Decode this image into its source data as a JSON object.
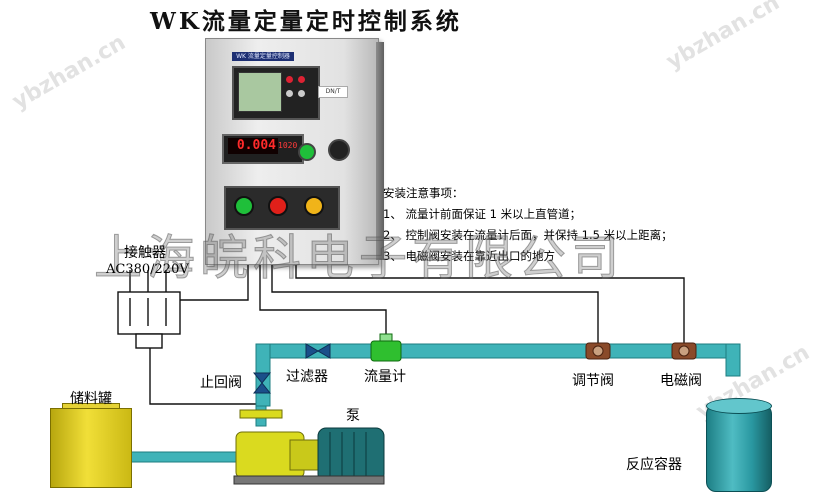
{
  "title": "WK流量定量定时控制系统",
  "watermark": "上海皖科电子有限公司",
  "watermark_side": "ybzhan.cn",
  "cabinet": {
    "plate_text": "WK 流量定量控制器",
    "sticker_text": "DN/T",
    "meter_main": "0.004",
    "meter_secondary": "1020"
  },
  "notes": {
    "heading": "安装注意事项：",
    "items": [
      "1、 流量计前面保证 1 米以上直管道；",
      "2、 控制阀安装在流量计后面，并保持 1.5 米以上距离；",
      "3、 电磁阀安装在靠近出口的地方"
    ]
  },
  "labels": {
    "contactor": "接触器",
    "power": "AC380/220V",
    "check_valve": "止回阀",
    "filter": "过滤器",
    "flowmeter": "流量计",
    "regulating_valve": "调节阀",
    "solenoid_valve": "电磁阀",
    "storage_tank": "储料罐",
    "pump": "泵",
    "reactor": "反应容器"
  },
  "colors": {
    "pipe": "#3fb3b8",
    "tank": "#e8d42c",
    "pump_body": "#dada1f",
    "motor": "#1f6f73",
    "reactor": "#2f9aa3",
    "lamp_green": "#1fbf3a",
    "lamp_red": "#e0201a",
    "lamp_yellow": "#f0b419"
  }
}
